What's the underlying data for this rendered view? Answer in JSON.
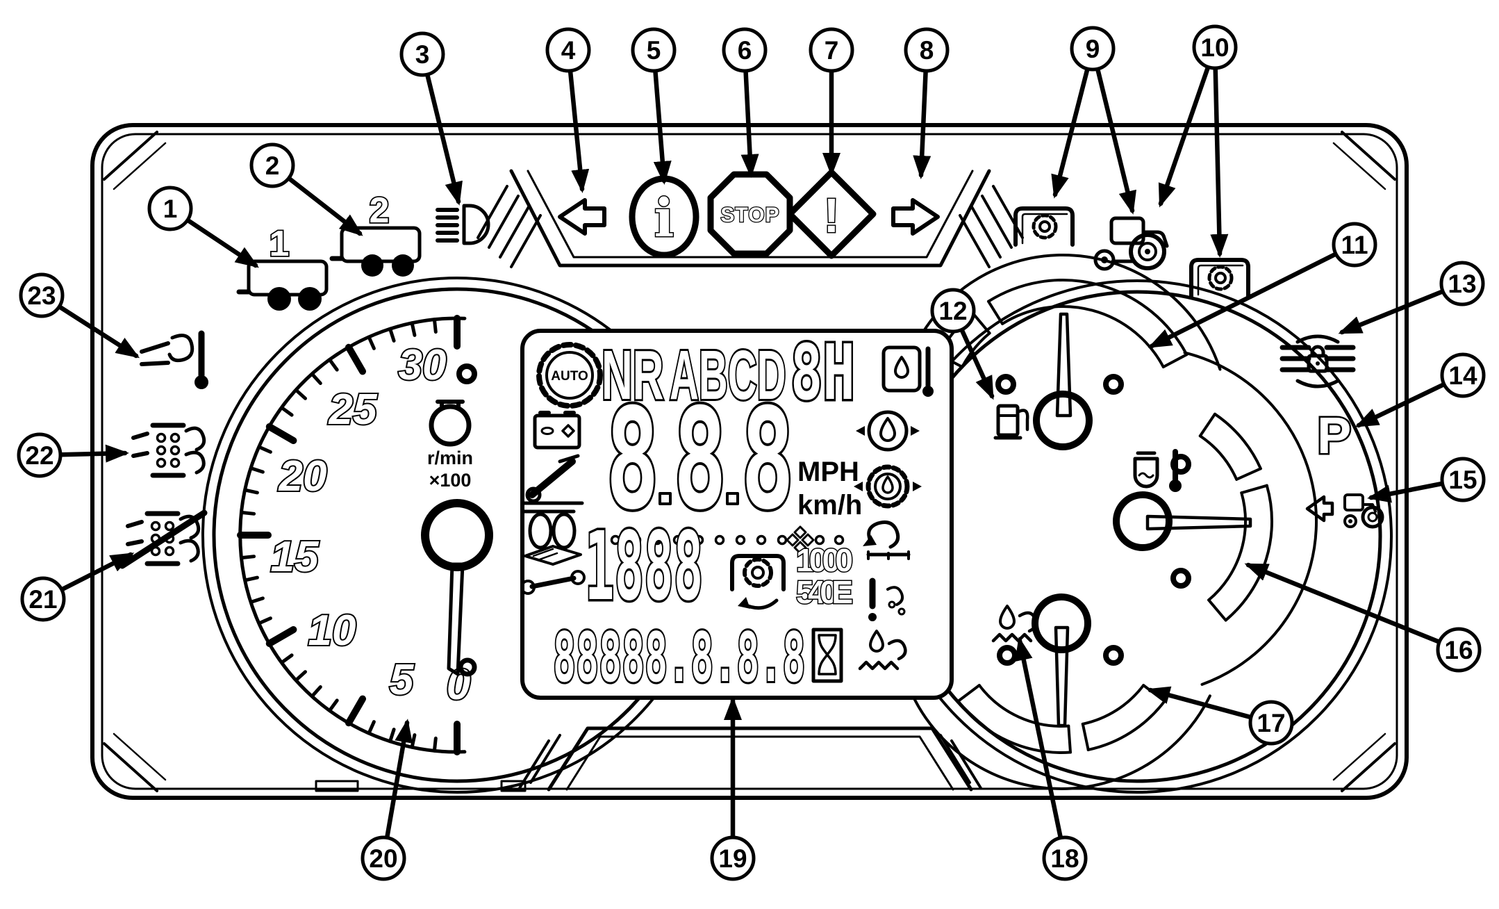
{
  "figure": {
    "ink": "#000000",
    "paper": "#ffffff"
  },
  "callouts": {
    "c1": "1",
    "c2": "2",
    "c3": "3",
    "c4": "4",
    "c5": "5",
    "c6": "6",
    "c7": "7",
    "c8": "8",
    "c9": "9",
    "c10": "10",
    "c11": "11",
    "c12": "12",
    "c13": "13",
    "c14": "14",
    "c15": "15",
    "c16": "16",
    "c17": "17",
    "c18": "18",
    "c19": "19",
    "c20": "20",
    "c21": "21",
    "c22": "22",
    "c23": "23"
  },
  "tachometer": {
    "t30": "30",
    "t25": "25",
    "t20": "20",
    "t15": "15",
    "t10": "10",
    "t5": "5",
    "t0": "0",
    "unit_line1": "r/min",
    "unit_line2": "×100"
  },
  "top_row": {
    "info_glyph": "i",
    "stop_label": "STOP",
    "warning_glyph": "!"
  },
  "trailers": {
    "label1": "1",
    "label2": "2"
  },
  "right_side": {
    "park": "P"
  },
  "lcd": {
    "auto": "AUTO",
    "range": "NR",
    "gears": "ABCD",
    "gear_seg": "8H",
    "speed": [
      "8",
      "8",
      "8"
    ],
    "unit_mph": "MPH",
    "unit_kmh": "km/h",
    "working_gear": "1888",
    "pto_1000": "1000",
    "pto_540": "540E",
    "odometer": "88888.8.8.8"
  }
}
